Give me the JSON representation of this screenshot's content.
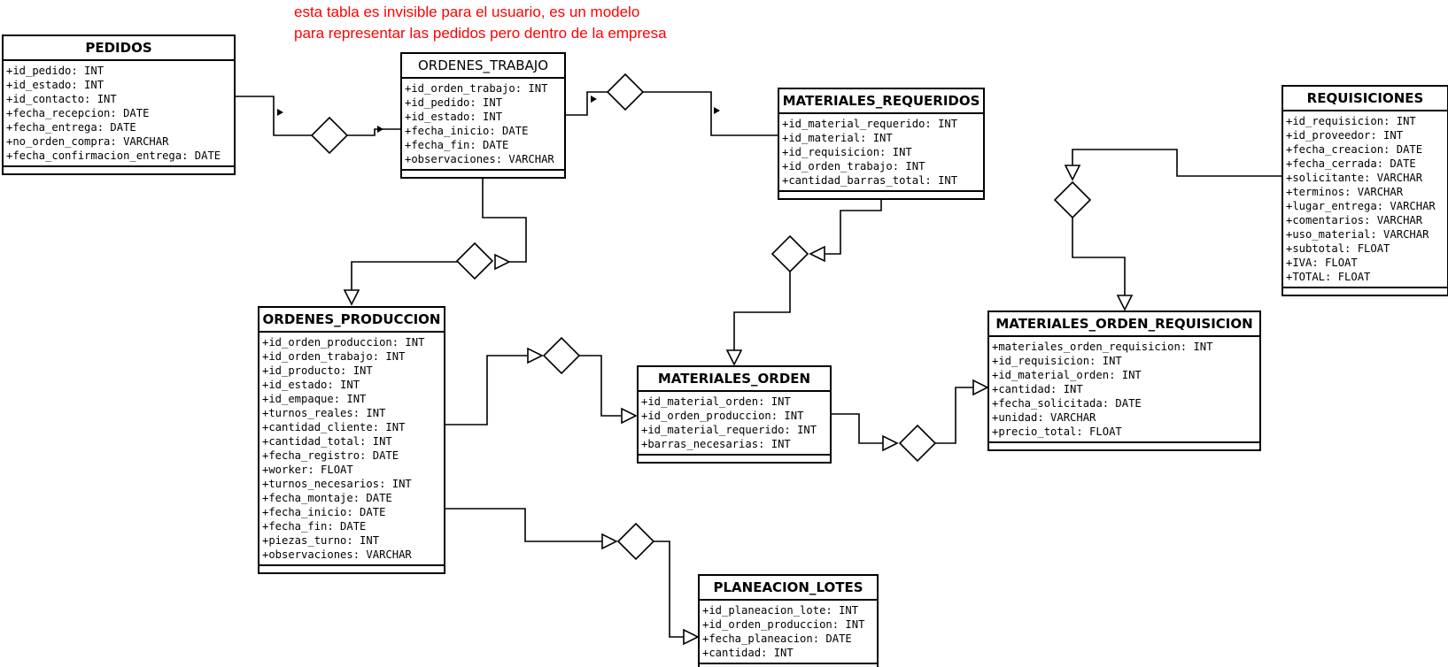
{
  "note": {
    "line1": "esta tabla es invisible para el usuario, es un modelo",
    "line2": "para representar las pedidos pero dentro de la empresa"
  },
  "colors": {
    "line": "#000000",
    "note": "#ff0000",
    "background": "#ffffff"
  },
  "entities": {
    "pedidos": {
      "title": "PEDIDOS",
      "attrs": [
        "+id_pedido: INT",
        "+id_estado: INT",
        "+id_contacto: INT",
        "+fecha_recepcion: DATE",
        "+fecha_entrega: DATE",
        "+no_orden_compra: VARCHAR",
        "+fecha_confirmacion_entrega: DATE"
      ]
    },
    "ordenes_trabajo": {
      "title": "ORDENES_TRABAJO",
      "attrs": [
        "+id_orden_trabajo: INT",
        "+id_pedido: INT",
        "+id_estado: INT",
        "+fecha_inicio: DATE",
        "+fecha_fin: DATE",
        "+observaciones: VARCHAR"
      ]
    },
    "materiales_requeridos": {
      "title": "MATERIALES_REQUERIDOS",
      "attrs": [
        "+id_material_requerido: INT",
        "+id_material: INT",
        "+id_requisicion: INT",
        "+id_orden_trabajo: INT",
        "+cantidad_barras_total: INT"
      ]
    },
    "requisiciones": {
      "title": "REQUISICIONES",
      "attrs": [
        "+id_requisicion: INT",
        "+id_proveedor: INT",
        "+fecha_creacion: DATE",
        "+fecha_cerrada: DATE",
        "+solicitante: VARCHAR",
        "+terminos: VARCHAR",
        "+lugar_entrega: VARCHAR",
        "+comentarios: VARCHAR",
        "+uso_material: VARCHAR",
        "+subtotal: FLOAT",
        "+IVA: FLOAT",
        "+TOTAL: FLOAT"
      ]
    },
    "ordenes_produccion": {
      "title": "ORDENES_PRODUCCION",
      "attrs": [
        "+id_orden_produccion: INT",
        "+id_orden_trabajo: INT",
        "+id_producto: INT",
        "+id_estado: INT",
        "+id_empaque: INT",
        "+turnos_reales: INT",
        "+cantidad_cliente: INT",
        "+cantidad_total: INT",
        "+fecha_registro: DATE",
        "+worker: FLOAT",
        "+turnos_necesarios: INT",
        "+fecha_montaje: DATE",
        "+fecha_inicio: DATE",
        "+fecha_fin: DATE",
        "+piezas_turno: INT",
        "+observaciones: VARCHAR"
      ]
    },
    "materiales_orden": {
      "title": "MATERIALES_ORDEN",
      "attrs": [
        "+id_material_orden: INT",
        "+id_orden_produccion: INT",
        "+id_material_requerido: INT",
        "+barras_necesarias: INT"
      ]
    },
    "materiales_orden_requisicion": {
      "title": "MATERIALES_ORDEN_REQUISICION",
      "attrs": [
        "+materiales_orden_requisicion: INT",
        "+id_requisicion: INT",
        "+id_material_orden: INT",
        "+cantidad: INT",
        "+fecha_solicitada: DATE",
        "+unidad: VARCHAR",
        "+precio_total: FLOAT"
      ]
    },
    "planeacion_lotes": {
      "title": "PLANEACION_LOTES",
      "attrs": [
        "+id_planeacion_lote: INT",
        "+id_orden_produccion: INT",
        "+fecha_planeacion: DATE",
        "+cantidad: INT"
      ]
    }
  },
  "icons": {
    "diamond": "association-diamond-icon",
    "triangle": "generalization-arrow-icon",
    "filled_arrow": "navigation-arrow-icon"
  }
}
